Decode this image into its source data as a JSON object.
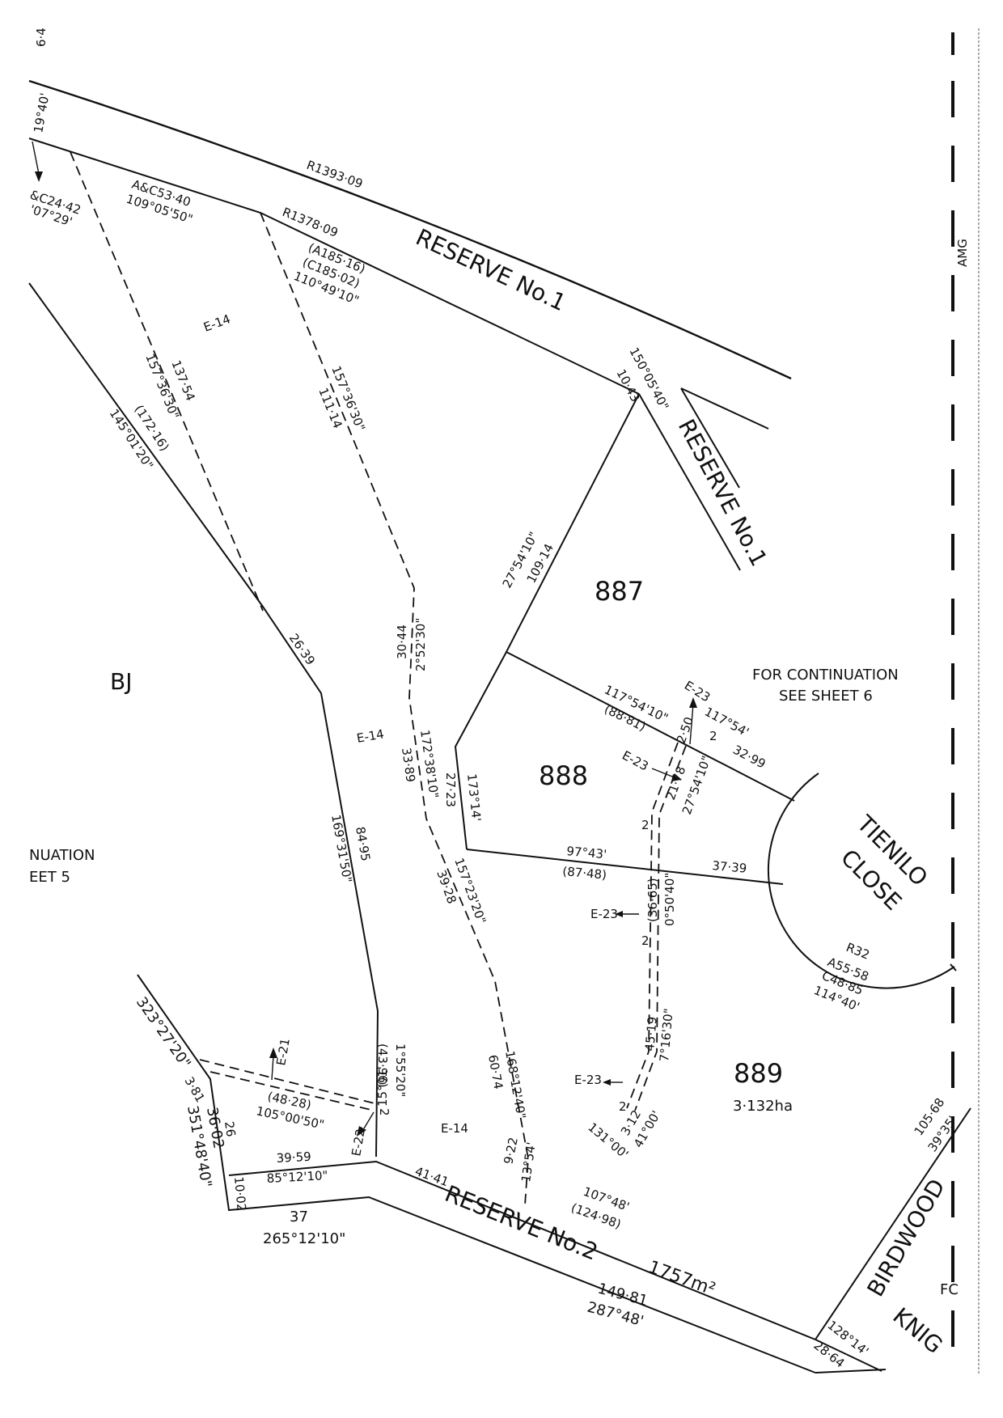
{
  "lots": [
    {
      "id": "887",
      "area": ""
    },
    {
      "id": "888",
      "area": ""
    },
    {
      "id": "889",
      "area": "3·132ha"
    }
  ],
  "parcel_label": "BJ",
  "reserves": {
    "reserve1_top": "RESERVE No.1",
    "reserve1_right": "RESERVE No.1",
    "reserve2": "RESERVE No.2",
    "reserve2_area": "1757m²"
  },
  "roads": {
    "tienilo_line1": "TIENILO",
    "tienilo_line2": "CLOSE",
    "birdwood": "BIRDWOOD",
    "knig": "KNIG",
    "fc": "FC"
  },
  "notes": {
    "continuation_right_1": "FOR CONTINUATION",
    "continuation_right_2": "SEE SHEET 6",
    "continuation_left_1": "NUATION",
    "continuation_left_2": "EET 5",
    "amg": "AMG"
  },
  "easements": {
    "e14": "E-14",
    "e21": "E-21",
    "e22": "E-22",
    "e23": "E-23"
  },
  "dimensions": {
    "top_left_64": "6·4",
    "bearing_19_40": "19°40'",
    "arc_c24": "&C24·42",
    "arc_c24_bearing": "'07°29'",
    "r1393": "R1393·09",
    "ac53": "A&C53·40",
    "ac53_bearing": "109°05'50\"",
    "r1378": "R1378·09",
    "a185": "(A185·16)",
    "c185": "(C185·02)",
    "b110": "110°49'10\"",
    "b150": "150°05'40\"",
    "d1043": "10·43",
    "d13754": "137·54",
    "b157_36_30_a": "157°36'30\"",
    "d17216": "(172·16)",
    "b145": "145°01'20\"",
    "b157_36_30_b": "157°36'30\"",
    "d11114": "111·14",
    "b27_54_10": "27°54'10\"",
    "d10914": "109·14",
    "d2639": "26·39",
    "d3044": "30·44",
    "b2_52_30": "2°52'30\"",
    "b172": "172°38'10\"",
    "d3389": "33·89",
    "d2723": "27·23",
    "b173_14": "173°14'",
    "b169": "169°31'50\"",
    "d8495": "84·95",
    "b117_54_10": "117°54'10\"",
    "d8881": "(88·81)",
    "d250": "2·50",
    "b117_54": "117°54'",
    "n2": "2",
    "d3299": "32·99",
    "d2178": "21·78",
    "b27_54_10_b": "27°54'10\"",
    "b97_43": "97°43'",
    "d8748": "(87·48)",
    "d3739": "37·39",
    "d3665": "(36·65)",
    "b0_50_40": "0°50'40\"",
    "b157_23": "157°23'20\"",
    "d3928": "39·28",
    "r32": "R32",
    "a5558": "A55·58",
    "c4885": "C48·85",
    "b114_40": "114°40'",
    "d4519": "45·19",
    "b7_16_30": "7°16'30\"",
    "d312": "3·12",
    "b41_00": "41°00'",
    "b131_00": "131°00'",
    "b168": "168°12'40\"",
    "d6074": "60·74",
    "d4396": "(43·96)",
    "b1_55_20": "1°55'20\"",
    "b15_01": "15°01'",
    "b323": "323°27'20\"",
    "d381": "3·81",
    "d3602": "36·02",
    "b351": "351°48'40\"",
    "d26": "26",
    "d4828": "(48·28)",
    "b105": "105°00'50\"",
    "d3959": "39·59",
    "b85": "85°12'10\"",
    "d1002": "10·02",
    "d37": "37",
    "b265": "265°12'10\"",
    "d4141": "41·41",
    "d922": "9·22",
    "b13_54": "13°54'",
    "b107_48": "107°48'",
    "d12498": "(124·98)",
    "d14981": "149·81",
    "b287": "287°48'",
    "d2864": "28·64",
    "b128": "128°14'",
    "d10568": "105·68",
    "b39_35": "39°35'"
  }
}
